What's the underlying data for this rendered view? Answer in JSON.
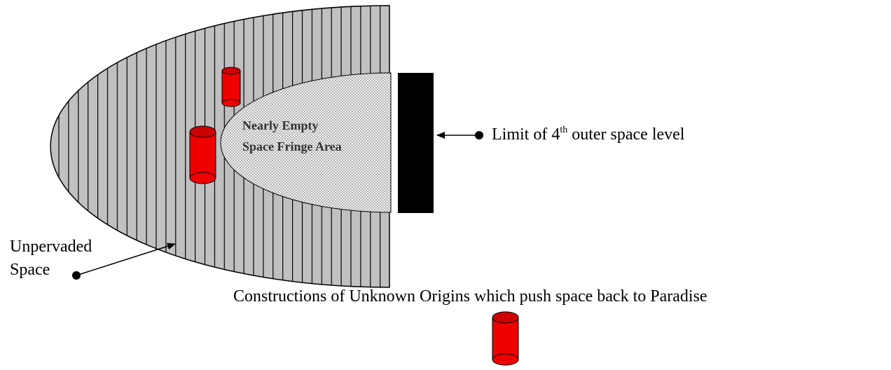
{
  "inner_label": {
    "line1": "Nearly Empty",
    "line2": "Space Fringe Area"
  },
  "limit_label": {
    "prefix": "Limit of 4",
    "sup": "th",
    "suffix": " outer space level"
  },
  "unpervaded_label": {
    "line1": "Unpervaded",
    "line2": "Space"
  },
  "constructions_label": "Constructions of Unknown Origins which push space back to Paradise",
  "colors": {
    "outer_fill": "#c0c0c0",
    "stripe": "#000000",
    "inner_fill": "#eeeeee",
    "cylinder": "#ee0000",
    "barrier": "#000000"
  }
}
